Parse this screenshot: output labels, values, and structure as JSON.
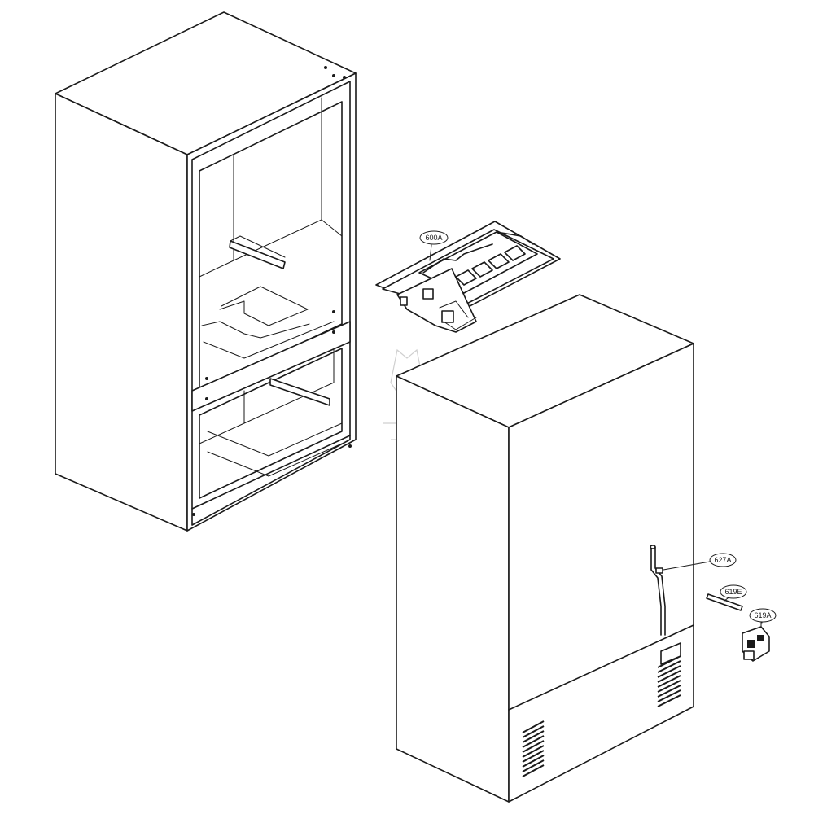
{
  "callouts": [
    {
      "id": "label-600a",
      "text": "600A"
    },
    {
      "id": "label-627a",
      "text": "627A"
    },
    {
      "id": "label-619e",
      "text": "619E"
    },
    {
      "id": "label-619a",
      "text": "619A"
    }
  ]
}
